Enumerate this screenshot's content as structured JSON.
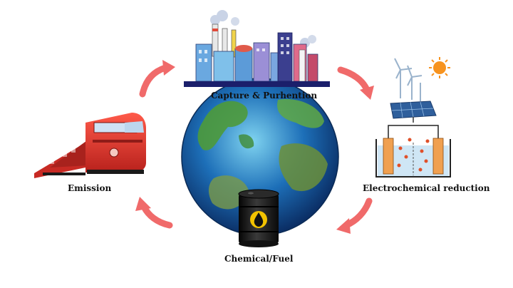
{
  "labels": {
    "capture": "Capture & Purhention",
    "emission": "Emission",
    "electrochemical": "Electrochemical reduction",
    "chemical": "Chemical/Fuel"
  },
  "colors": {
    "arrow": "#f06a6a",
    "train_red": "#e0302a",
    "train_dark": "#8f1c18",
    "ocean": "#1d6fb8",
    "land": "#4e9a3a",
    "barrel": "#1a1a1a",
    "oil_drop": "#f2c200",
    "factory_base": "#1b1f6b",
    "sun": "#f7931e",
    "solar_panel": "#2f5f9c",
    "cell_liquid": "#cfe6f5",
    "electrode": "#f0a050"
  },
  "icons": [
    "train-icon",
    "globe-icon",
    "oil-barrel-icon",
    "factory-icon",
    "wind-turbine-icon",
    "sun-icon",
    "solar-panel-icon",
    "electrolysis-cell-icon"
  ]
}
